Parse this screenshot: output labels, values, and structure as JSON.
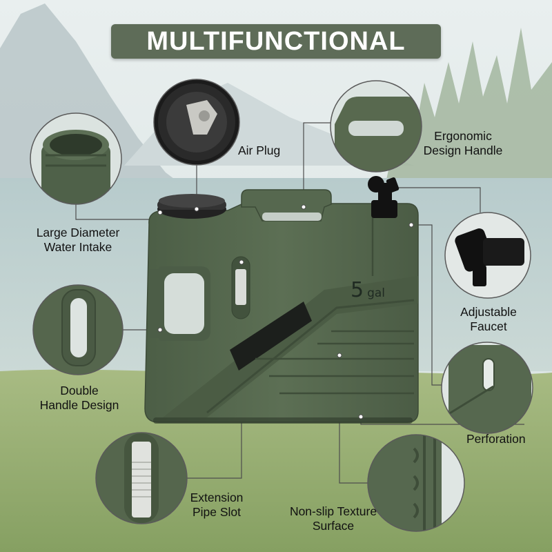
{
  "banner": {
    "title": "MULTIFUNCTIONAL"
  },
  "product": {
    "capacity_number": "5",
    "capacity_unit": "gal"
  },
  "features": {
    "large_diameter": {
      "line1": "Large Diameter",
      "line2": "Water Intake"
    },
    "air_plug": {
      "line1": "Air Plug"
    },
    "ergonomic_handle": {
      "line1": "Ergonomic",
      "line2": "Design Handle"
    },
    "adjustable_faucet": {
      "line1": "Adjustable",
      "line2": "Faucet"
    },
    "double_handle": {
      "line1": "Double",
      "line2": "Handle Design"
    },
    "perforation": {
      "line1": "Perforation"
    },
    "extension_pipe": {
      "line1": "Extension",
      "line2": "Pipe Slot"
    },
    "nonslip_texture": {
      "line1": "Non-slip Texture",
      "line2": "Surface"
    }
  },
  "colors": {
    "banner_bg": "#5e6c58",
    "tank_body": "#56684f",
    "tank_dark": "#3f4e3a",
    "leader_line": "#555555",
    "sky": "#e6eced",
    "grass": "#8fa86a"
  }
}
